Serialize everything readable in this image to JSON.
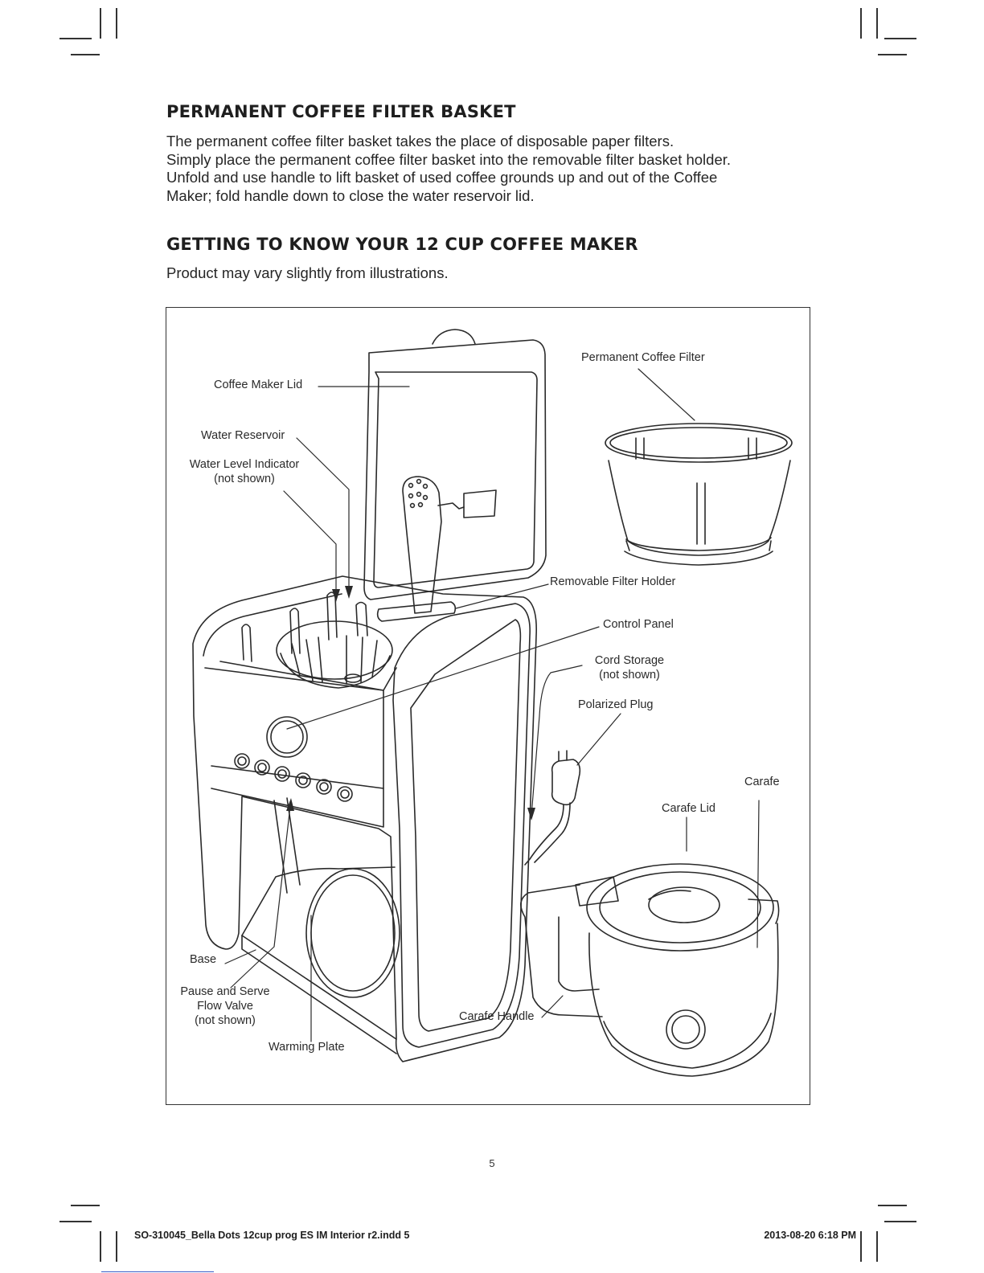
{
  "sections": [
    {
      "heading": "PERMANENT COFFEE FILTER BASKET",
      "lines": [
        "The permanent coffee filter basket takes the place of disposable paper filters.",
        "Simply place the permanent coffee filter basket into the removable filter basket holder.",
        "Unfold and use handle to lift basket of used coffee grounds up and out of the Coffee",
        "Maker; fold handle down to close the water reservoir lid."
      ]
    },
    {
      "heading": "GETTING TO KNOW YOUR 12 CUP COFFEE MAKER",
      "lines": [
        "Product may vary slightly from illustrations."
      ]
    }
  ],
  "diagram": {
    "labels": {
      "coffee_maker_lid": [
        "Coffee Maker Lid"
      ],
      "water_reservoir": [
        "Water Reservoir"
      ],
      "water_level_indicator": [
        "Water Level Indicator",
        "(not shown)"
      ],
      "permanent_coffee_filter": [
        "Permanent Coffee Filter"
      ],
      "removable_filter_holder": [
        "Removable Filter Holder"
      ],
      "control_panel": [
        "Control Panel"
      ],
      "cord_storage": [
        "Cord Storage",
        "(not shown)"
      ],
      "polarized_plug": [
        "Polarized Plug"
      ],
      "carafe": [
        "Carafe"
      ],
      "carafe_lid": [
        "Carafe Lid"
      ],
      "base": [
        "Base"
      ],
      "pause_and_serve": [
        "Pause and Serve",
        "Flow Valve",
        "(not shown)"
      ],
      "warming_plate": [
        "Warming Plate"
      ],
      "carafe_handle": [
        "Carafe Handle"
      ]
    }
  },
  "footer": {
    "page_number": "5",
    "file_slug": "SO-310045_Bella Dots 12cup prog ES IM Interior r2.indd   5",
    "timestamp": "2013-08-20   6:18 PM"
  }
}
